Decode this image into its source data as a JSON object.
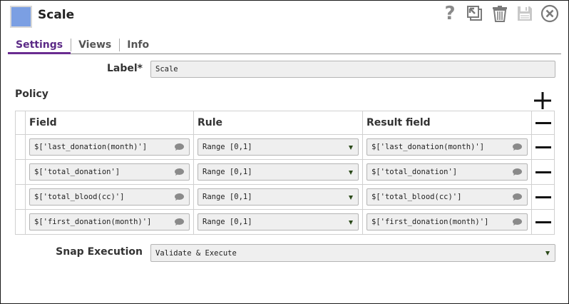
{
  "header": {
    "title": "Scale",
    "icon_color": "#7b9fe3",
    "toolbar": [
      {
        "name": "help-icon",
        "glyph": "?"
      },
      {
        "name": "restore-window-icon"
      },
      {
        "name": "delete-icon"
      },
      {
        "name": "save-icon"
      },
      {
        "name": "close-icon"
      }
    ]
  },
  "tabs": [
    {
      "label": "Settings",
      "active": true
    },
    {
      "label": "Views",
      "active": false
    },
    {
      "label": "Info",
      "active": false
    }
  ],
  "label_field": {
    "label": "Label*",
    "value": "Scale"
  },
  "policy": {
    "title": "Policy",
    "columns": [
      "Field",
      "Rule",
      "Result field"
    ],
    "rows": [
      {
        "field": "$['last_donation(month)']",
        "rule": "Range [0,1]",
        "result": "$['last_donation(month)']"
      },
      {
        "field": "$['total_donation']",
        "rule": "Range [0,1]",
        "result": "$['total_donation']"
      },
      {
        "field": "$['total_blood(cc)']",
        "rule": "Range [0,1]",
        "result": "$['total_blood(cc)']"
      },
      {
        "field": "$['first_donation(month)']",
        "rule": "Range [0,1]",
        "result": "$['first_donation(month)']"
      }
    ]
  },
  "snap_execution": {
    "label": "Snap Execution",
    "value": "Validate & Execute"
  },
  "colors": {
    "accent": "#6a2c91",
    "dropdown_arrow": "#2b4a1a"
  }
}
